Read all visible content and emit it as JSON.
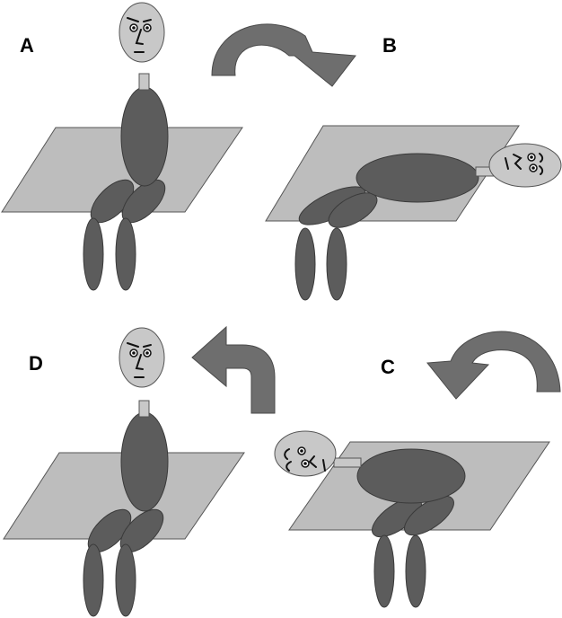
{
  "figure": {
    "panels": [
      {
        "id": "A",
        "label": "A",
        "posture": "seated-upright"
      },
      {
        "id": "B",
        "label": "B",
        "posture": "supine-head-right"
      },
      {
        "id": "C",
        "label": "C",
        "posture": "supine-head-left"
      },
      {
        "id": "D",
        "label": "D",
        "posture": "seated-upright"
      }
    ],
    "arrows": [
      {
        "from": "A",
        "to": "B",
        "shape": "curved-clockwise"
      },
      {
        "from": "B",
        "to": "C",
        "shape": "curved-down"
      },
      {
        "from": "C",
        "to": "D",
        "shape": "curved-counterclockwise"
      }
    ],
    "colors": {
      "plane": "#bdbdbd",
      "body": "#5c5c5c",
      "head": "#c8c8c8",
      "arrow": "#6e6e6e"
    }
  }
}
